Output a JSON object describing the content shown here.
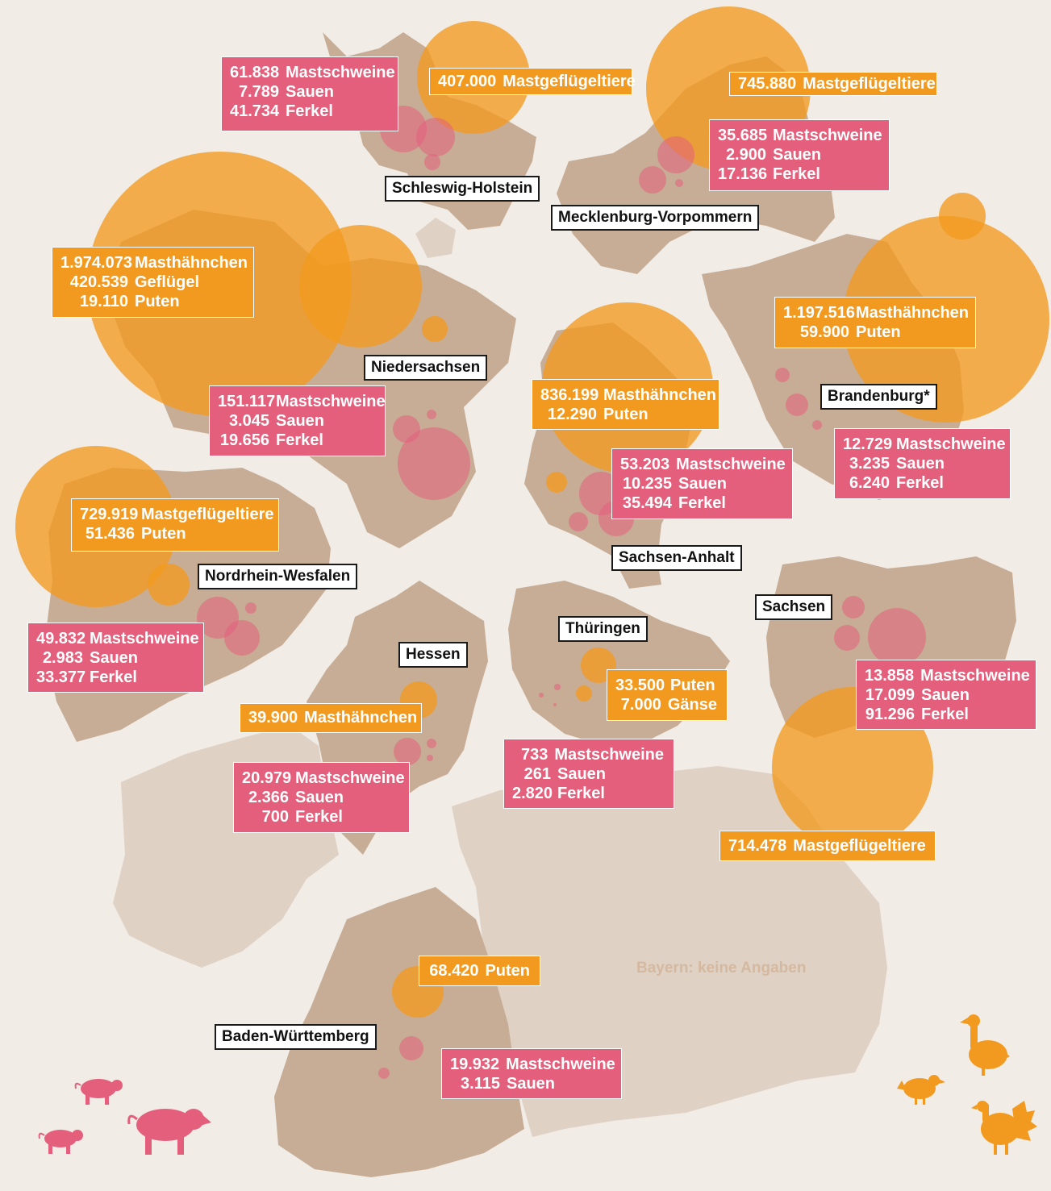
{
  "state_labels": {
    "schleswig_holstein": "Schleswig-Holstein",
    "mecklenburg_vorpommern": "Mecklenburg-Vorpommern",
    "niedersachsen": "Niedersachsen",
    "brandenburg": "Brandenburg*",
    "sachsen_anhalt": "Sachsen-Anhalt",
    "nordrhein_westfalen": "Nordrhein-Wesfalen",
    "sachsen": "Sachsen",
    "thueringen": "Thüringen",
    "hessen": "Hessen",
    "baden_wuerttemberg": "Baden-Württemberg"
  },
  "bayern_note": "Bayern: keine Angaben",
  "boxes": {
    "sh_pigs": [
      [
        "61.838",
        "Mastschweine"
      ],
      [
        "7.789",
        "Sauen"
      ],
      [
        "41.734",
        "Ferkel"
      ]
    ],
    "sh_poultry": [
      [
        "407.000",
        "Mastgeflügeltiere"
      ]
    ],
    "mv_poultry": [
      [
        "745.880",
        "Mastgeflügeltiere"
      ]
    ],
    "mv_pigs": [
      [
        "35.685",
        "Mastschweine"
      ],
      [
        "2.900",
        "Sauen"
      ],
      [
        "17.136",
        "Ferkel"
      ]
    ],
    "ni_poultry": [
      [
        "1.974.073",
        "Masthähnchen"
      ],
      [
        "420.539",
        "Geflügel"
      ],
      [
        "19.110",
        "Puten"
      ]
    ],
    "ni_pigs": [
      [
        "151.117",
        "Mastschweine"
      ],
      [
        "3.045",
        "Sauen"
      ],
      [
        "19.656",
        "Ferkel"
      ]
    ],
    "bb_poultry": [
      [
        "1.197.516",
        "Masthähnchen"
      ],
      [
        "59.900",
        "Puten"
      ]
    ],
    "bb_pigs": [
      [
        "12.729",
        "Mastschweine"
      ],
      [
        "3.235",
        "Sauen"
      ],
      [
        "6.240",
        "Ferkel"
      ]
    ],
    "st_poultry": [
      [
        "836.199",
        "Masthähnchen"
      ],
      [
        "12.290",
        "Puten"
      ]
    ],
    "st_pigs": [
      [
        "53.203",
        "Mastschweine"
      ],
      [
        "10.235",
        "Sauen"
      ],
      [
        "35.494",
        "Ferkel"
      ]
    ],
    "nw_poultry": [
      [
        "729.919",
        "Mastgeflügeltiere"
      ],
      [
        "51.436",
        "Puten"
      ]
    ],
    "nw_pigs": [
      [
        "49.832",
        "Mastschweine"
      ],
      [
        "2.983",
        "Sauen"
      ],
      [
        "33.377",
        "Ferkel"
      ]
    ],
    "sn_pigs": [
      [
        "13.858",
        "Mastschweine"
      ],
      [
        "17.099",
        "Sauen"
      ],
      [
        "91.296",
        "Ferkel"
      ]
    ],
    "sn_poultry": [
      [
        "714.478",
        "Mastgeflügeltiere"
      ]
    ],
    "th_poultry": [
      [
        "33.500",
        "Puten"
      ],
      [
        "7.000",
        "Gänse"
      ]
    ],
    "th_pigs": [
      [
        "733",
        "Mastschweine"
      ],
      [
        "261",
        "Sauen"
      ],
      [
        "2.820",
        "Ferkel"
      ]
    ],
    "he_poultry": [
      [
        "39.900",
        "Masthähnchen"
      ]
    ],
    "he_pigs": [
      [
        "20.979",
        "Mastschweine"
      ],
      [
        "2.366",
        "Sauen"
      ],
      [
        "700",
        "Ferkel"
      ]
    ],
    "bw_poultry": [
      [
        "68.420",
        "Puten"
      ]
    ],
    "bw_pigs": [
      [
        "19.932",
        "Mastschweine"
      ],
      [
        "3.115",
        "Sauen"
      ]
    ]
  },
  "colors": {
    "pigs": "#e35f7b",
    "poultry": "#f29a1f",
    "state_fill": "#c7ad96",
    "no_data_fill": "#dfd1c3",
    "background": "#f1ece6"
  },
  "icons": [
    "pig-icon",
    "chicken-icon",
    "goose-icon",
    "turkey-icon"
  ]
}
